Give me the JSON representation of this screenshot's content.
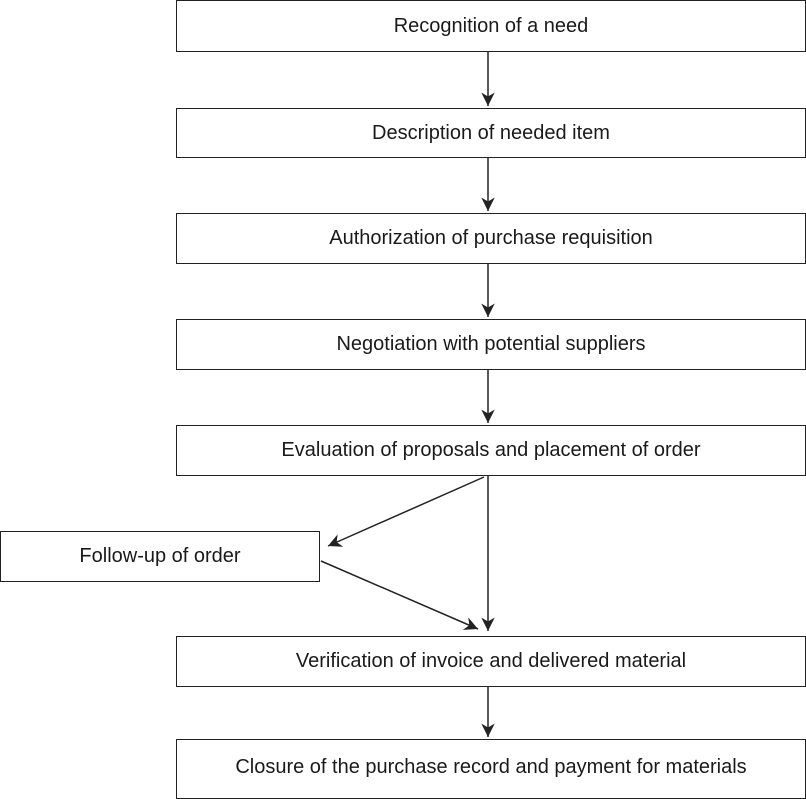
{
  "steps": [
    "Recognition of a need",
    "Description of needed item",
    "Authorization of purchase requisition",
    "Negotiation with potential suppliers",
    "Evaluation of proposals and placement of order",
    "Follow-up of order",
    "Verification of invoice and delivered material",
    "Closure of the purchase record and payment for materials"
  ]
}
